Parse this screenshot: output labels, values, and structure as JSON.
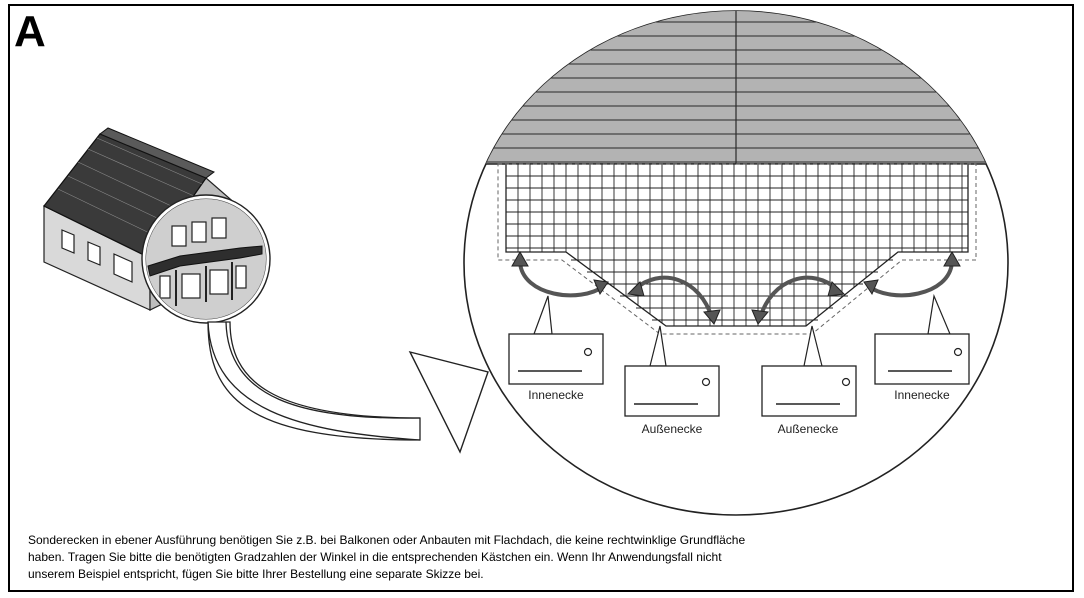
{
  "panel_letter": "A",
  "labels": {
    "innen_left": "Innenecke",
    "aussen_left": "Außenecke",
    "aussen_right": "Außenecke",
    "innen_right": "Innenecke"
  },
  "caption": {
    "line1": "Sonderecken in ebener Ausführung benötigen Sie z.B. bei Balkonen oder Anbauten mit Flachdach, die keine rechtwinklige Grundfläche",
    "line2": "haben. Tragen Sie bitte die benötigten Gradzahlen der Winkel in die entsprechenden Kästchen ein. Wenn Ihr Anwendungsfall nicht",
    "line3": "unserem Beispiel entspricht, fügen Sie bitte Ihrer Bestellung eine separate Skizze bei."
  }
}
